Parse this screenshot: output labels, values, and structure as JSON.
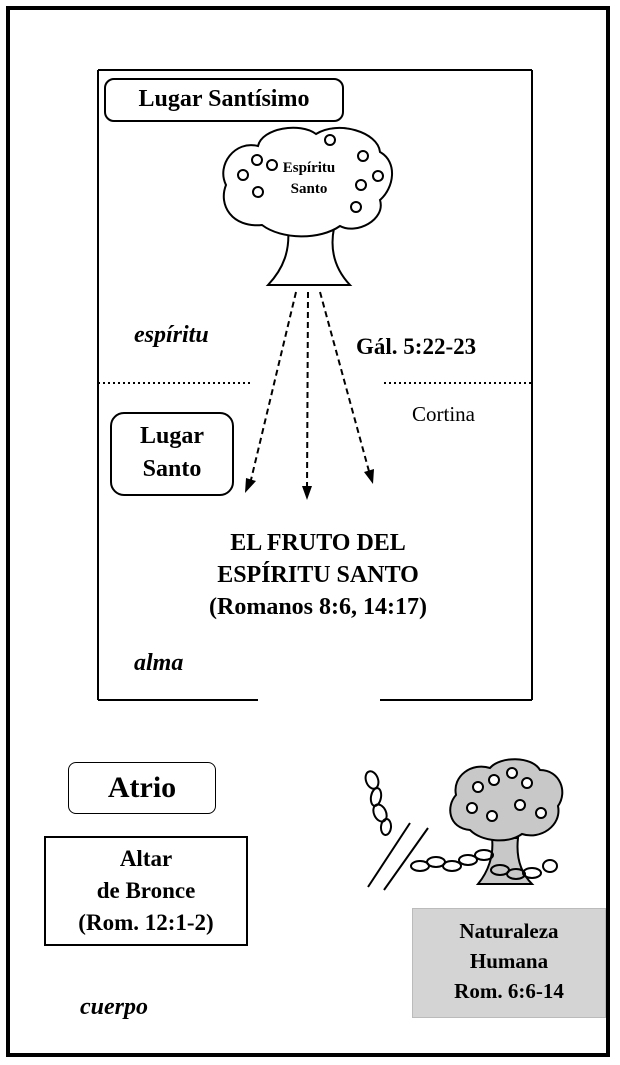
{
  "holy_of_holies": {
    "label": "Lugar Santísimo"
  },
  "tree_top": {
    "line1": "Espíritu",
    "line2": "Santo"
  },
  "spirit_label": "espíritu",
  "gal_ref": "Gál. 5:22-23",
  "curtain_label": "Cortina",
  "holy_place": {
    "line1": "Lugar",
    "line2": "Santo"
  },
  "fruit": {
    "line1": "EL FRUTO DEL",
    "line2": "ESPÍRITU SANTO",
    "line3": "(Romanos 8:6, 14:17)"
  },
  "soul_label": "alma",
  "court": {
    "label": "Atrio"
  },
  "altar": {
    "line1": "Altar",
    "line2": "de Bronce",
    "line3": "(Rom. 12:1-2)"
  },
  "body_label": "cuerpo",
  "human_nature": {
    "line1": "Naturaleza",
    "line2": "Humana",
    "line3": "Rom. 6:6-14"
  },
  "colors": {
    "human_nature_bg": "#d4d4d4",
    "tree_fill_bottom": "#c8c8c8"
  }
}
